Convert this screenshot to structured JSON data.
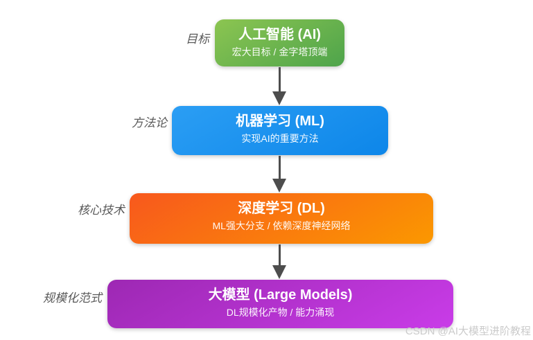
{
  "diagram": {
    "title_semantic": "AI concept hierarchy flowchart",
    "arrow_color": "#4d4d4d",
    "side_label_color": "#595959",
    "levels": [
      {
        "side_label": "目标",
        "title": "人工智能 (AI)",
        "subtitle": "宏大目标 / 金字塔顶端",
        "color_top": "#8cc551",
        "color_bottom": "#4ea44b"
      },
      {
        "side_label": "方法论",
        "title": "机器学习 (ML)",
        "subtitle": "实现AI的重要方法",
        "color_top": "#2b9ef4",
        "color_bottom": "#0d86e9"
      },
      {
        "side_label": "核心技术",
        "title": "深度学习 (DL)",
        "subtitle": "ML强大分支 / 依赖深度神经网络",
        "color_top": "#f8581d",
        "color_bottom": "#fb9800"
      },
      {
        "side_label": "规模化范式",
        "title": "大模型 (Large Models)",
        "subtitle": "DL规模化产物 / 能力涌现",
        "color_top": "#9d28b3",
        "color_bottom": "#c93ce8"
      }
    ]
  },
  "watermark": {
    "text": "CSDN @AI大模型进阶教程",
    "color": "#cbcbcb"
  }
}
